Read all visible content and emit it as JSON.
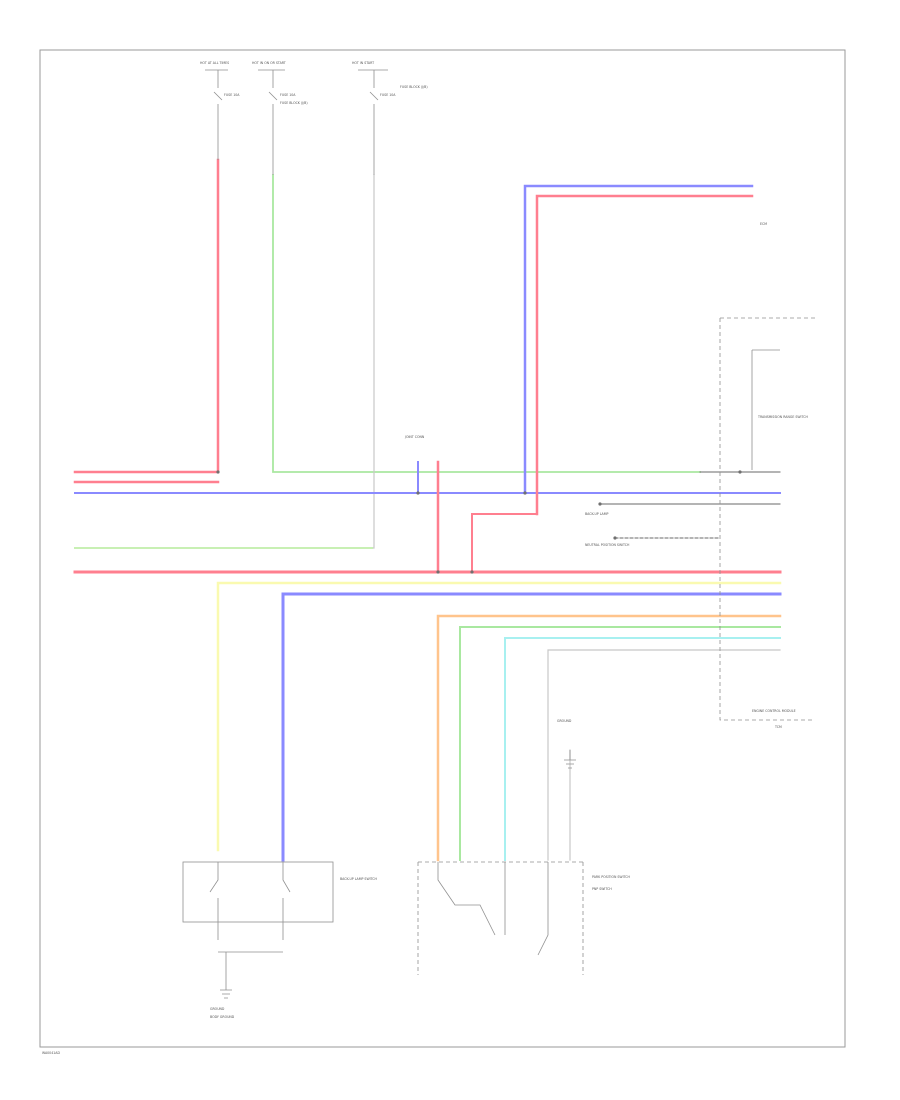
{
  "colors": {
    "red": "#ff7f8f",
    "blue": "#8a8aff",
    "green": "#a9e8a0",
    "yellow": "#fafab0",
    "orange": "#ffc48c",
    "cyan": "#a8f0f0",
    "gray": "#c8c8c8",
    "lightgreen": "#c8f0b4",
    "component": "#909090",
    "frame": "#9a9a9a"
  },
  "labels": {
    "footer": "WA0041AD",
    "hot_fuse_1": "HOT AT ALL TIMES",
    "hot_fuse_2": "HOT IN ON OR START",
    "hot_fuse_3": "HOT IN START",
    "fuse_1": "FUSE 10A",
    "fuse_2": "FUSE 10A",
    "fuse_3": "FUSE 10A",
    "fuse_block_2": "FUSE BLOCK (J/B)",
    "fuse_block_3": "FUSE BLOCK (J/B)",
    "ecm": "ECM",
    "joint_connector": "JOINT CONN",
    "transmission_range_switch": "TRANSMISSION RANGE SWITCH",
    "ecm_right": "ENGINE CONTROL MODULE",
    "tcm": "TCM",
    "back_up_lamp": "BACK-UP LAMP",
    "backup_switch": "BACK-UP LAMP SWITCH",
    "neutral_switch": "NEUTRAL POSITION SWITCH",
    "park_switch": "PARK POSITION SWITCH",
    "pnp_switch": "PNP SWITCH",
    "ground_1": "GROUND",
    "ground_2": "GROUND",
    "body_ground": "BODY GROUND"
  }
}
